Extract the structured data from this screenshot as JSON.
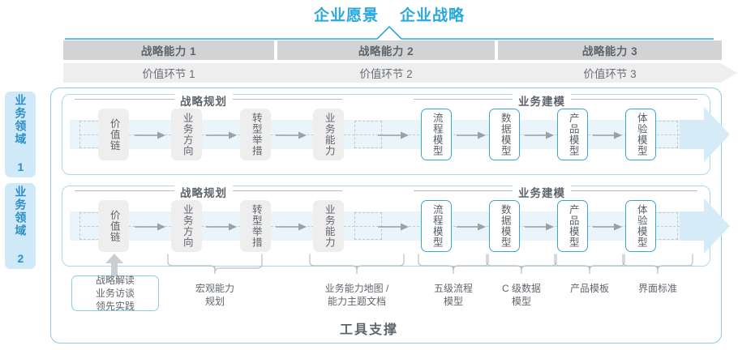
{
  "header": {
    "vision": "企业愿景",
    "strategy": "企业战略"
  },
  "capabilities": [
    {
      "label": "战略能力 1"
    },
    {
      "label": "战略能力 2"
    },
    {
      "label": "战略能力 3"
    }
  ],
  "value_links": [
    {
      "label": "价值环节 1"
    },
    {
      "label": "价值环节 2"
    },
    {
      "label": "价值环节 3"
    }
  ],
  "domains": [
    {
      "label": "业务领域 1"
    },
    {
      "label": "业务领域 2"
    }
  ],
  "sections": {
    "planning": "战略规划",
    "modeling": "业务建模"
  },
  "nodes": {
    "planning": [
      {
        "label": "价值链"
      },
      {
        "label": "业务方向"
      },
      {
        "label": "转型举措"
      },
      {
        "label": "业务能力"
      }
    ],
    "modeling": [
      {
        "label": "流程模型"
      },
      {
        "label": "数据模型"
      },
      {
        "label": "产品模型"
      },
      {
        "label": "体验模型"
      }
    ]
  },
  "tools": {
    "input_box": "战略解读\n业务访谈\n领先实践",
    "input_box_lines": [
      "战略解读",
      "业务访谈",
      "领先实践"
    ],
    "items": [
      {
        "lines": [
          "宏观能力",
          "规划"
        ]
      },
      {
        "lines": [
          "业务能力地图 /",
          "能力主题文档"
        ]
      },
      {
        "lines": [
          "五级流程",
          "模型"
        ]
      },
      {
        "lines": [
          "C 级数据",
          "模型"
        ]
      },
      {
        "lines": [
          "产品模板"
        ]
      },
      {
        "lines": [
          "界面标准"
        ]
      }
    ],
    "support_label": "工具支撑"
  },
  "colors": {
    "accent_blue": "#29a8e0",
    "light_blue_fill": "#e9f4fb",
    "tab_fill": "#cfe9f8",
    "band_gray": "#d2d3d4",
    "band_light": "#eeeeee",
    "text_gray": "#5f656c"
  }
}
